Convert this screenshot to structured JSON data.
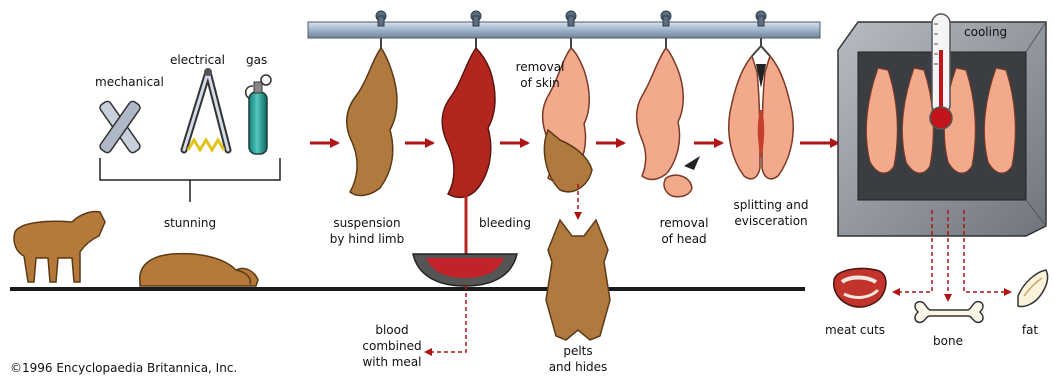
{
  "stunning": {
    "methods": {
      "mechanical": "mechanical",
      "electrical": "electrical",
      "gas": "gas"
    },
    "label": "stunning"
  },
  "steps": {
    "suspension": [
      "suspension",
      "by hind limb"
    ],
    "bleeding": "bleeding",
    "removal_of_skin": [
      "removal",
      "of skin"
    ],
    "removal_of_head": [
      "removal",
      "of head"
    ],
    "splitting": [
      "splitting and",
      "evisceration"
    ],
    "cooling": "cooling"
  },
  "products": {
    "blood": [
      "blood",
      "combined",
      "with meal"
    ],
    "pelts": [
      "pelts",
      "and hides"
    ],
    "meat_cuts": "meat cuts",
    "bone": "bone",
    "fat": "fat"
  },
  "copyright": "©1996 Encyclopaedia Britannica, Inc.",
  "colors": {
    "arrow": "#b01515",
    "carcass": "#f3a98c",
    "hide": "#b07a3e",
    "blood": "#b3261e",
    "rail": "#8fa3b8",
    "cabinet": "#8a8f96"
  }
}
